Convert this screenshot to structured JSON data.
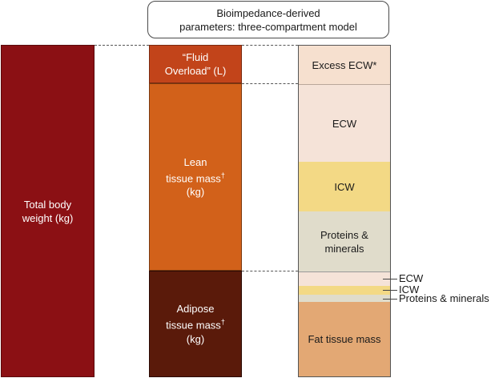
{
  "title": {
    "line1": "Bioimpedance-derived",
    "line2": "parameters: three-compartment model"
  },
  "left": {
    "line1": "Total body",
    "line2": "weight (kg)"
  },
  "middle": {
    "fluid_overload": {
      "line1": "“Fluid",
      "line2": "Overload” (L)"
    },
    "lean": {
      "line1": "Lean",
      "line2": "tissue mass",
      "dagger": "†",
      "line3": "(kg)"
    },
    "adipose": {
      "line1": "Adipose",
      "line2": "tissue mass",
      "dagger": "†",
      "line3": "(kg)"
    }
  },
  "right": {
    "excess_ecw": "Excess ECW*",
    "ecw": "ECW",
    "icw": "ICW",
    "proteins": {
      "line1": "Proteins &",
      "line2": "minerals"
    },
    "fat": "Fat tissue mass"
  },
  "callouts": {
    "ecw": "ECW",
    "icw": "ICW",
    "proteins": "Proteins & minerals"
  },
  "colors": {
    "total_body": "#8b1014",
    "fluid_overload": "#c2441a",
    "lean": "#d2611a",
    "adipose": "#5a1a0a",
    "excess_ecw": "#f6e0cf",
    "ecw": "#f5e3d8",
    "icw": "#f3d985",
    "proteins": "#e0dccb",
    "fat": "#e3a874"
  }
}
